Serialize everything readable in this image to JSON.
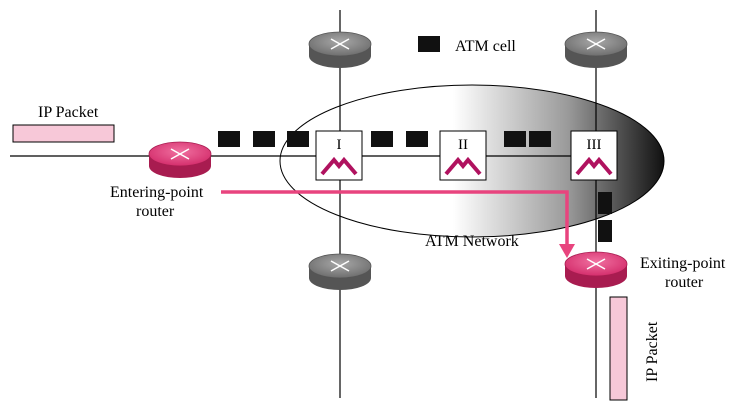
{
  "legend": {
    "atm_cell_label": "ATM cell"
  },
  "packets": {
    "left_label": "IP Packet",
    "right_label": "IP Packet"
  },
  "routers": {
    "entering_line1": "Entering-point",
    "entering_line2": "router",
    "exiting_line1": "Exiting-point",
    "exiting_line2": "router"
  },
  "network": {
    "label": "ATM Network"
  },
  "switches": [
    {
      "label": "I"
    },
    {
      "label": "II"
    },
    {
      "label": "III"
    }
  ],
  "colors": {
    "router_pink": "#e8447e",
    "router_gray": "#8c8c8c",
    "packet_fill": "#f7c8d8",
    "arrow": "#e8447e",
    "cell": "#111111",
    "switch_mark": "#b0125f"
  }
}
